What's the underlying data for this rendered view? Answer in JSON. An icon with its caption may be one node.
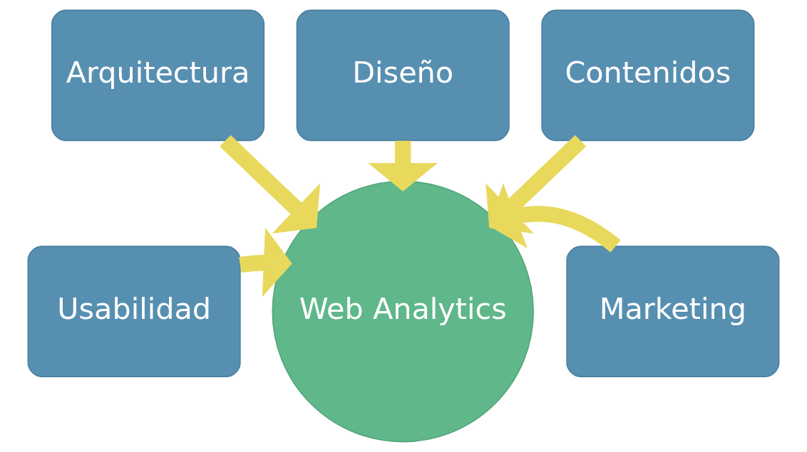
{
  "diagram": {
    "nodes": [
      {
        "text": [
          "Arquitectura"
        ]
      },
      {
        "text": [
          "Diseño"
        ]
      },
      {
        "text": [
          "Contenidos"
        ]
      },
      {
        "text": [
          "Usabilidad"
        ]
      },
      {
        "text": [
          "Web Analytics"
        ]
      },
      {
        "text": [
          "Marketing"
        ]
      }
    ],
    "edges": [
      {
        "from": 0,
        "to": 4,
        "arrow": "to"
      },
      {
        "from": 1,
        "to": 4,
        "arrow": "to"
      },
      {
        "from": 2,
        "to": 4,
        "arrow": "to"
      },
      {
        "from": 3,
        "to": 4,
        "arrow": "to"
      },
      {
        "from": 5,
        "to": 4,
        "arrow": "to"
      }
    ]
  }
}
